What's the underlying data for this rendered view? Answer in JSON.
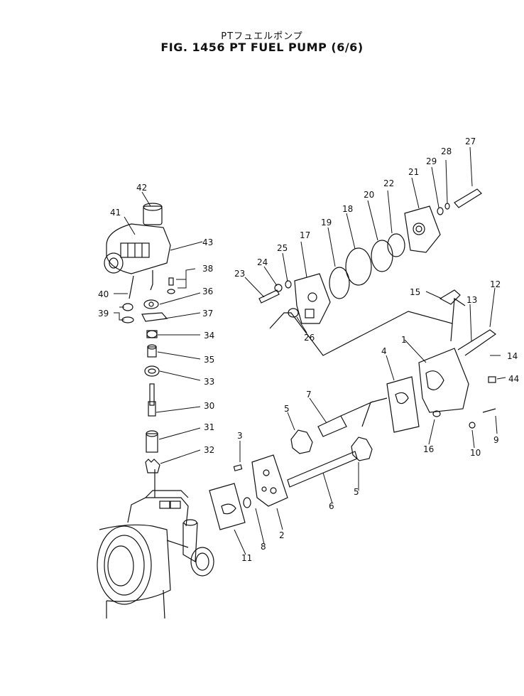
{
  "title": {
    "japanese": "PTフュエルポンプ",
    "english": "FIG. 1456  PT FUEL PUMP (6/6)"
  },
  "callouts": [
    "1",
    "2",
    "3",
    "4",
    "5",
    "5",
    "6",
    "7",
    "8",
    "9",
    "10",
    "11",
    "12",
    "13",
    "14",
    "15",
    "16",
    "17",
    "18",
    "19",
    "20",
    "21",
    "22",
    "23",
    "24",
    "25",
    "26",
    "27",
    "28",
    "29",
    "30",
    "31",
    "32",
    "33",
    "34",
    "35",
    "36",
    "37",
    "38",
    "39",
    "40",
    "41",
    "42",
    "43",
    "44"
  ]
}
